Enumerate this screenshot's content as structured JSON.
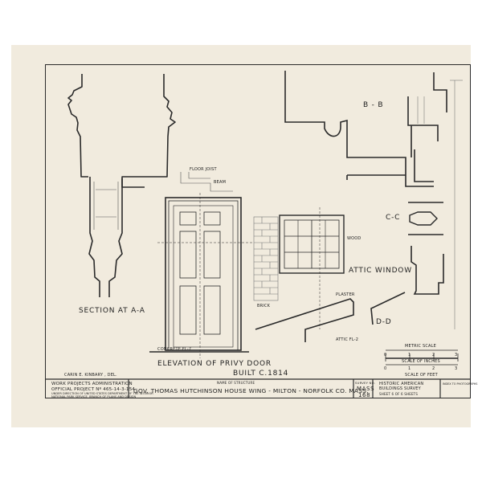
{
  "labels": {
    "section_aa": "SECTION AT A-A",
    "elevation": "ELEVATION OF PRIVY DOOR",
    "bb": "B - B",
    "cc": "C-C",
    "dd": "D-D",
    "attic_window": "ATTIC WINDOW",
    "floor_joist": "FLOOR JOIST",
    "beam": "BEAM",
    "concrete_fl": "CONCRETE FL-7",
    "wood": "WOOD",
    "plaster": "PLASTER",
    "brick": "BRICK",
    "attic_fl": "ATTIC FL-2",
    "built": "BUILT C.1814",
    "drawn_by": "CARIN E. KINBARY , DEL."
  },
  "scales": {
    "metric_title": "METRIC SCALE",
    "metric_ticks": [
      "0",
      "1",
      "2",
      "3"
    ],
    "inches_title": "SCALE OF INCHES",
    "inches_ticks": [
      "0",
      "1",
      "2",
      "3"
    ],
    "feet_title": "SCALE OF FEET"
  },
  "title_block": {
    "wpa_line1": "WORK PROJECTS ADMINISTRATION",
    "wpa_line2": "OFFICIAL PROJECT Nº 465-14-3-154",
    "wpa_line3": "UNDER DIRECTION OF UNITED STATES DEPARTMENT OF THE INTERIOR",
    "wpa_line4": "NATIONAL PARK SERVICE, BRANCH OF PLANS AND DESIGN",
    "name_caption": "NAME OF STRUCTURE",
    "name": "GOV. THOMAS HUTCHINSON HOUSE WING - MILTON - NORFOLK CO. MASS.",
    "survey_caption": "SURVEY NO.",
    "survey_state": "MASS",
    "survey_number": "168",
    "habs_line1": "HISTORIC AMERICAN",
    "habs_line2": "BUILDINGS SURVEY",
    "sheet": "SHEET 6 OF 6 SHEETS",
    "index_note": "INDEX TO PHOTOGRAPHS"
  }
}
